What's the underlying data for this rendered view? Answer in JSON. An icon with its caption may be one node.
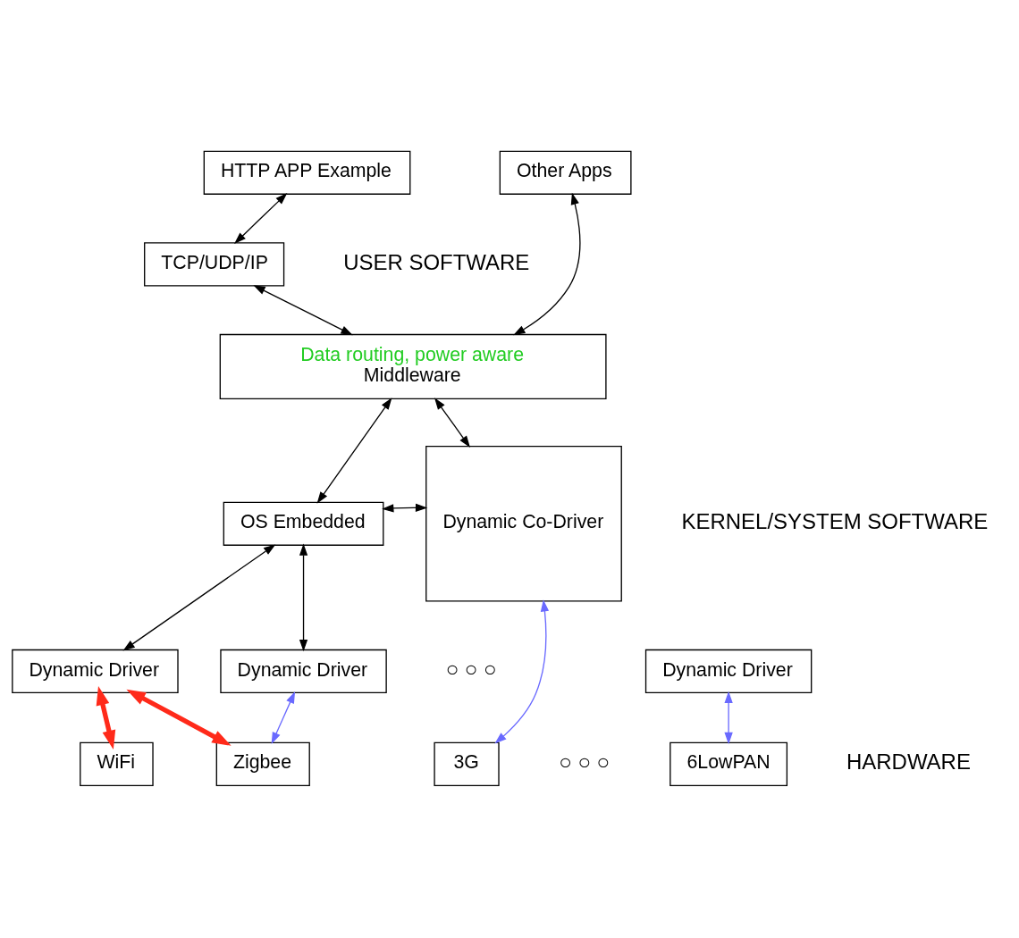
{
  "diagram": {
    "nodes": [
      {
        "text": [
          "HTTP APP Example"
        ]
      },
      {
        "text": [
          "Other Apps"
        ]
      },
      {
        "text": [
          "TCP/UDP/IP"
        ]
      },
      {
        "text": [
          "Data routing, power aware",
          "Middleware"
        ]
      },
      {
        "text": [
          "OS Embedded"
        ]
      },
      {
        "text": [
          "Dynamic Co-Driver"
        ]
      },
      {
        "text": [
          "Dynamic Driver"
        ]
      },
      {
        "text": [
          "Dynamic Driver"
        ]
      },
      {
        "text": [
          "Dynamic Driver"
        ]
      },
      {
        "text": [
          "WiFi"
        ]
      },
      {
        "text": [
          "Zigbee"
        ]
      },
      {
        "text": [
          "3G"
        ]
      },
      {
        "text": [
          "6LowPAN"
        ]
      }
    ],
    "edges": [
      {
        "from": 0,
        "to": 2,
        "arrow": "both"
      },
      {
        "from": 1,
        "to": 3,
        "arrow": "both"
      },
      {
        "from": 2,
        "to": 3,
        "arrow": "both"
      },
      {
        "from": 3,
        "to": 4,
        "arrow": "both"
      },
      {
        "from": 3,
        "to": 5,
        "arrow": "both"
      },
      {
        "from": 4,
        "to": 5,
        "arrow": "both"
      },
      {
        "from": 4,
        "to": 6,
        "arrow": "both"
      },
      {
        "from": 4,
        "to": 7,
        "arrow": "both"
      },
      {
        "from": 6,
        "to": 9,
        "arrow": "both",
        "style": "thick",
        "color": "#ff2a1a"
      },
      {
        "from": 6,
        "to": 10,
        "arrow": "both",
        "style": "thick",
        "color": "#ff2a1a"
      },
      {
        "from": 7,
        "to": 10,
        "arrow": "both",
        "color": "#6a6aff"
      },
      {
        "from": 5,
        "to": 11,
        "arrow": "both",
        "color": "#6a6aff"
      },
      {
        "from": 8,
        "to": 12,
        "arrow": "both",
        "color": "#6a6aff"
      }
    ],
    "labels": [
      "USER SOFTWARE",
      "KERNEL/SYSTEM SOFTWARE",
      "○ ○ ○",
      "HARDWARE",
      "○ ○ ○"
    ]
  }
}
